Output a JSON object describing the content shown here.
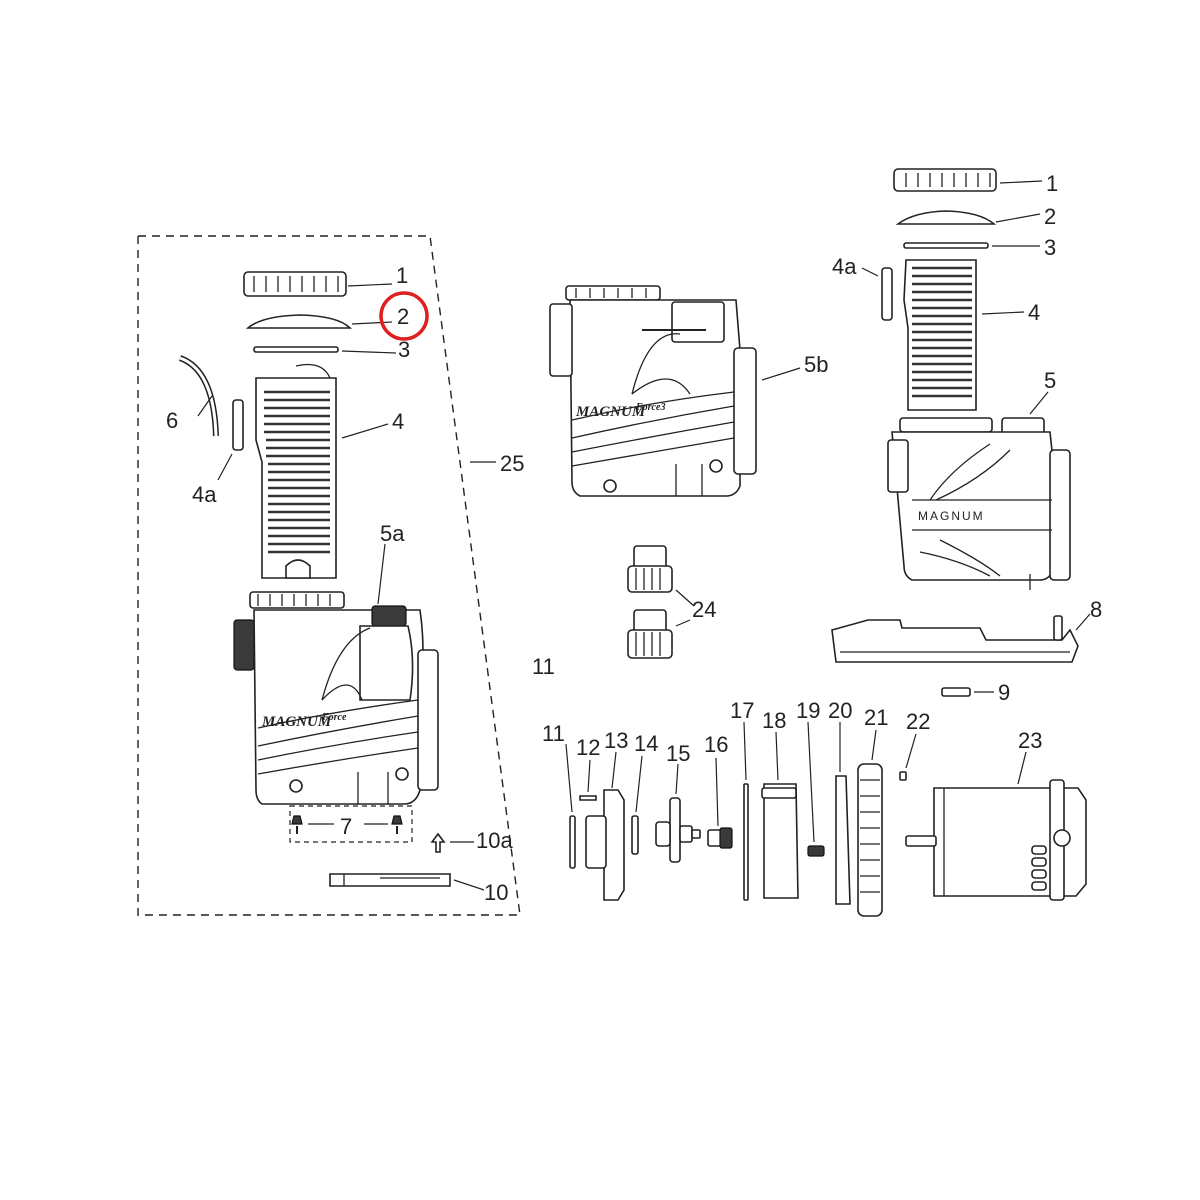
{
  "callouts": {
    "left_1": "1",
    "left_2": "2",
    "left_3": "3",
    "left_4": "4",
    "left_4a": "4a",
    "left_5a": "5a",
    "left_6": "6",
    "left_7": "7",
    "left_10": "10",
    "left_10a": "10a",
    "left_25": "25",
    "mid_5b": "5b",
    "mid_24": "24",
    "mid_11_upper": "11",
    "right_1": "1",
    "right_2": "2",
    "right_3": "3",
    "right_4": "4",
    "right_4a": "4a",
    "right_5": "5",
    "right_8": "8",
    "right_9": "9",
    "row_11": "11",
    "row_12": "12",
    "row_13": "13",
    "row_14": "14",
    "row_15": "15",
    "row_16": "16",
    "row_17": "17",
    "row_18": "18",
    "row_19": "19",
    "row_20": "20",
    "row_21": "21",
    "row_22": "22",
    "row_23": "23"
  },
  "brand_marks": {
    "left_housing": "MAGNUM",
    "left_housing_suffix": "Force",
    "mid_housing": "MAGNUM",
    "mid_housing_suffix": "Force3",
    "right_housing": "MAGNUM"
  },
  "highlight": {
    "target_callout": "left_2",
    "color": "#e02020"
  },
  "colors": {
    "line": "#222222",
    "background": "#ffffff"
  }
}
